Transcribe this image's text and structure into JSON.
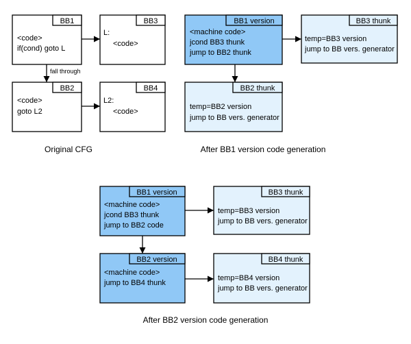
{
  "colors": {
    "background": "#ffffff",
    "stroke": "#000000",
    "white_box": "#ffffff",
    "version_box": "#90c8f6",
    "thunk_box": "#e3f2fd"
  },
  "arrow_labels": {
    "fall_through": "fall through"
  },
  "captions": {
    "original": "Original CFG",
    "after_bb1": "After BB1 version code generation",
    "after_bb2": "After BB2 version code generation"
  },
  "boxes": {
    "orig_bb1": {
      "title": "BB1",
      "lines": [
        "<code>",
        "if(cond) goto L"
      ]
    },
    "orig_bb3": {
      "title": "BB3",
      "lines": [
        "L:",
        "<code>"
      ]
    },
    "orig_bb2": {
      "title": "BB2",
      "lines": [
        "<code>",
        "goto L2"
      ]
    },
    "orig_bb4": {
      "title": "BB4",
      "lines": [
        "L2:",
        "<code>"
      ]
    },
    "s2_bb1_version": {
      "title": "BB1 version",
      "lines": [
        "<machine code>",
        "jcond BB3 thunk",
        "jump to BB2 thunk"
      ]
    },
    "s2_bb3_thunk": {
      "title": "BB3 thunk",
      "lines": [
        "temp=BB3 version",
        "jump to BB vers. generator"
      ]
    },
    "s2_bb2_thunk": {
      "title": "BB2 thunk",
      "lines": [
        "temp=BB2 version",
        "jump to BB vers. generator"
      ]
    },
    "s3_bb1_version": {
      "title": "BB1 version",
      "lines": [
        "<machine code>",
        "jcond BB3 thunk",
        "jump to BB2 code"
      ]
    },
    "s3_bb3_thunk": {
      "title": "BB3 thunk",
      "lines": [
        "temp=BB3 version",
        "jump to BB vers. generator"
      ]
    },
    "s3_bb2_version": {
      "title": "BB2 version",
      "lines": [
        "<machine code>",
        "jump to BB4 thunk"
      ]
    },
    "s3_bb4_thunk": {
      "title": "BB4 thunk",
      "lines": [
        "temp=BB4 version",
        "jump to BB vers. generator"
      ]
    }
  }
}
